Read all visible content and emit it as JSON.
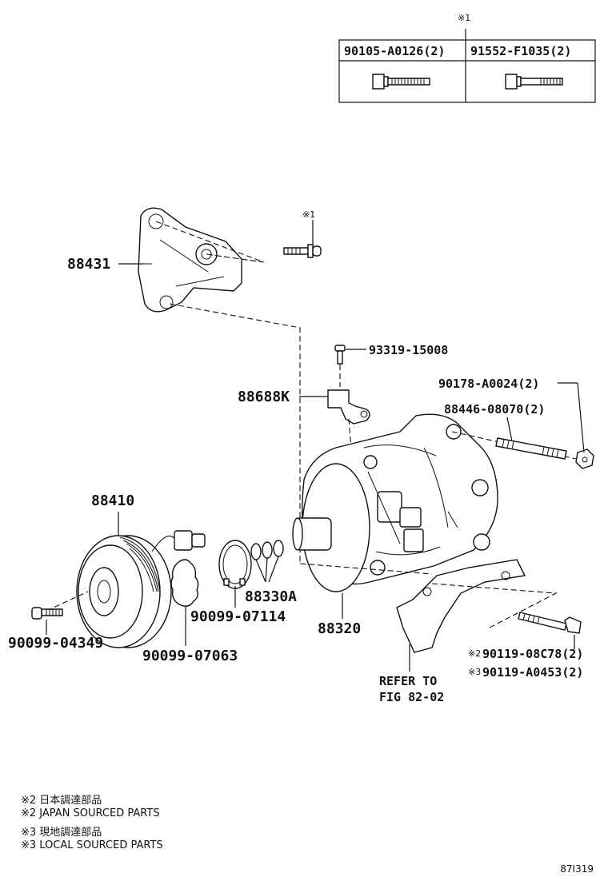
{
  "header_table": {
    "note_mark": "※1",
    "columns": [
      {
        "part": "90105-A0126(2)"
      },
      {
        "part": "91552-F1035(2)"
      }
    ]
  },
  "labels": {
    "p88431": "88431",
    "bracket_note": "※1",
    "p93319": "93319-15008",
    "p88688k": "88688K",
    "p90178": "90178-A0024(2)",
    "p88446": "88446-08070(2)",
    "p88410": "88410",
    "p88330a": "88330A",
    "p90099_07114": "90099-07114",
    "p88320": "88320",
    "p90099_04349": "90099-04349",
    "p90099_07063": "90099-07063",
    "p90119_08c78_mark": "※2",
    "p90119_08c78": "90119-08C78(2)",
    "p90119_a0453_mark": "※3",
    "p90119_a0453": "90119-A0453(2)",
    "refer_line1": "REFER TO",
    "refer_line2": "FIG 82-02"
  },
  "notes": [
    "※2 日本調達部品",
    "※2 JAPAN SOURCED PARTS",
    "※3 現地調達部品",
    "※3 LOCAL SOURCED PARTS"
  ],
  "illustration_code": "87I319"
}
